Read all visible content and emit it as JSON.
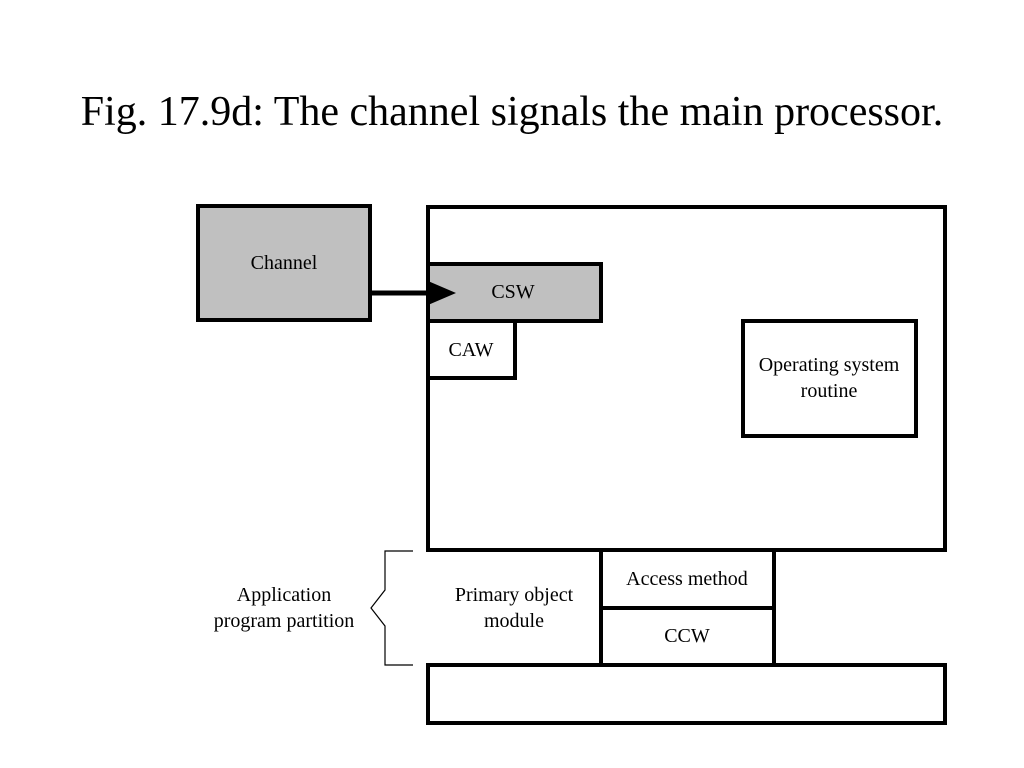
{
  "title": "Fig. 17.9d: The channel signals the main processor.",
  "diagram": {
    "channel_label": "Channel",
    "csw_label": "CSW",
    "caw_label": "CAW",
    "os_routine_label_line1": "Operating system",
    "os_routine_label_line2": "routine",
    "app_partition_label_line1": "Application",
    "app_partition_label_line2": "program partition",
    "primary_module_label_line1": "Primary object",
    "primary_module_label_line2": "module",
    "access_method_label": "Access method",
    "ccw_label": "CCW",
    "fill_gray": "#c0c0c0",
    "stroke": "#000000"
  }
}
